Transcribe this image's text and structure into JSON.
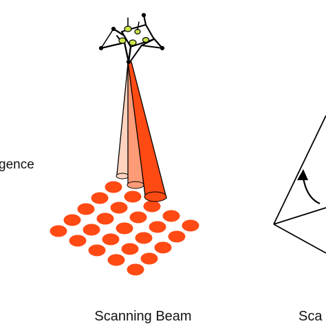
{
  "labels": {
    "left_partial": "gence",
    "caption_center": "Scanning Beam",
    "caption_right_partial": "Sca"
  },
  "colors": {
    "beam_dark": "#ff4a14",
    "beam_mid": "#ff9c78",
    "beam_light": "#ffd3bf",
    "footprint": "#ff4a14",
    "outline": "#000000",
    "satellite_accent": "#c8e64a"
  },
  "footprint_grid": {
    "rows": 5,
    "cols": 5
  }
}
